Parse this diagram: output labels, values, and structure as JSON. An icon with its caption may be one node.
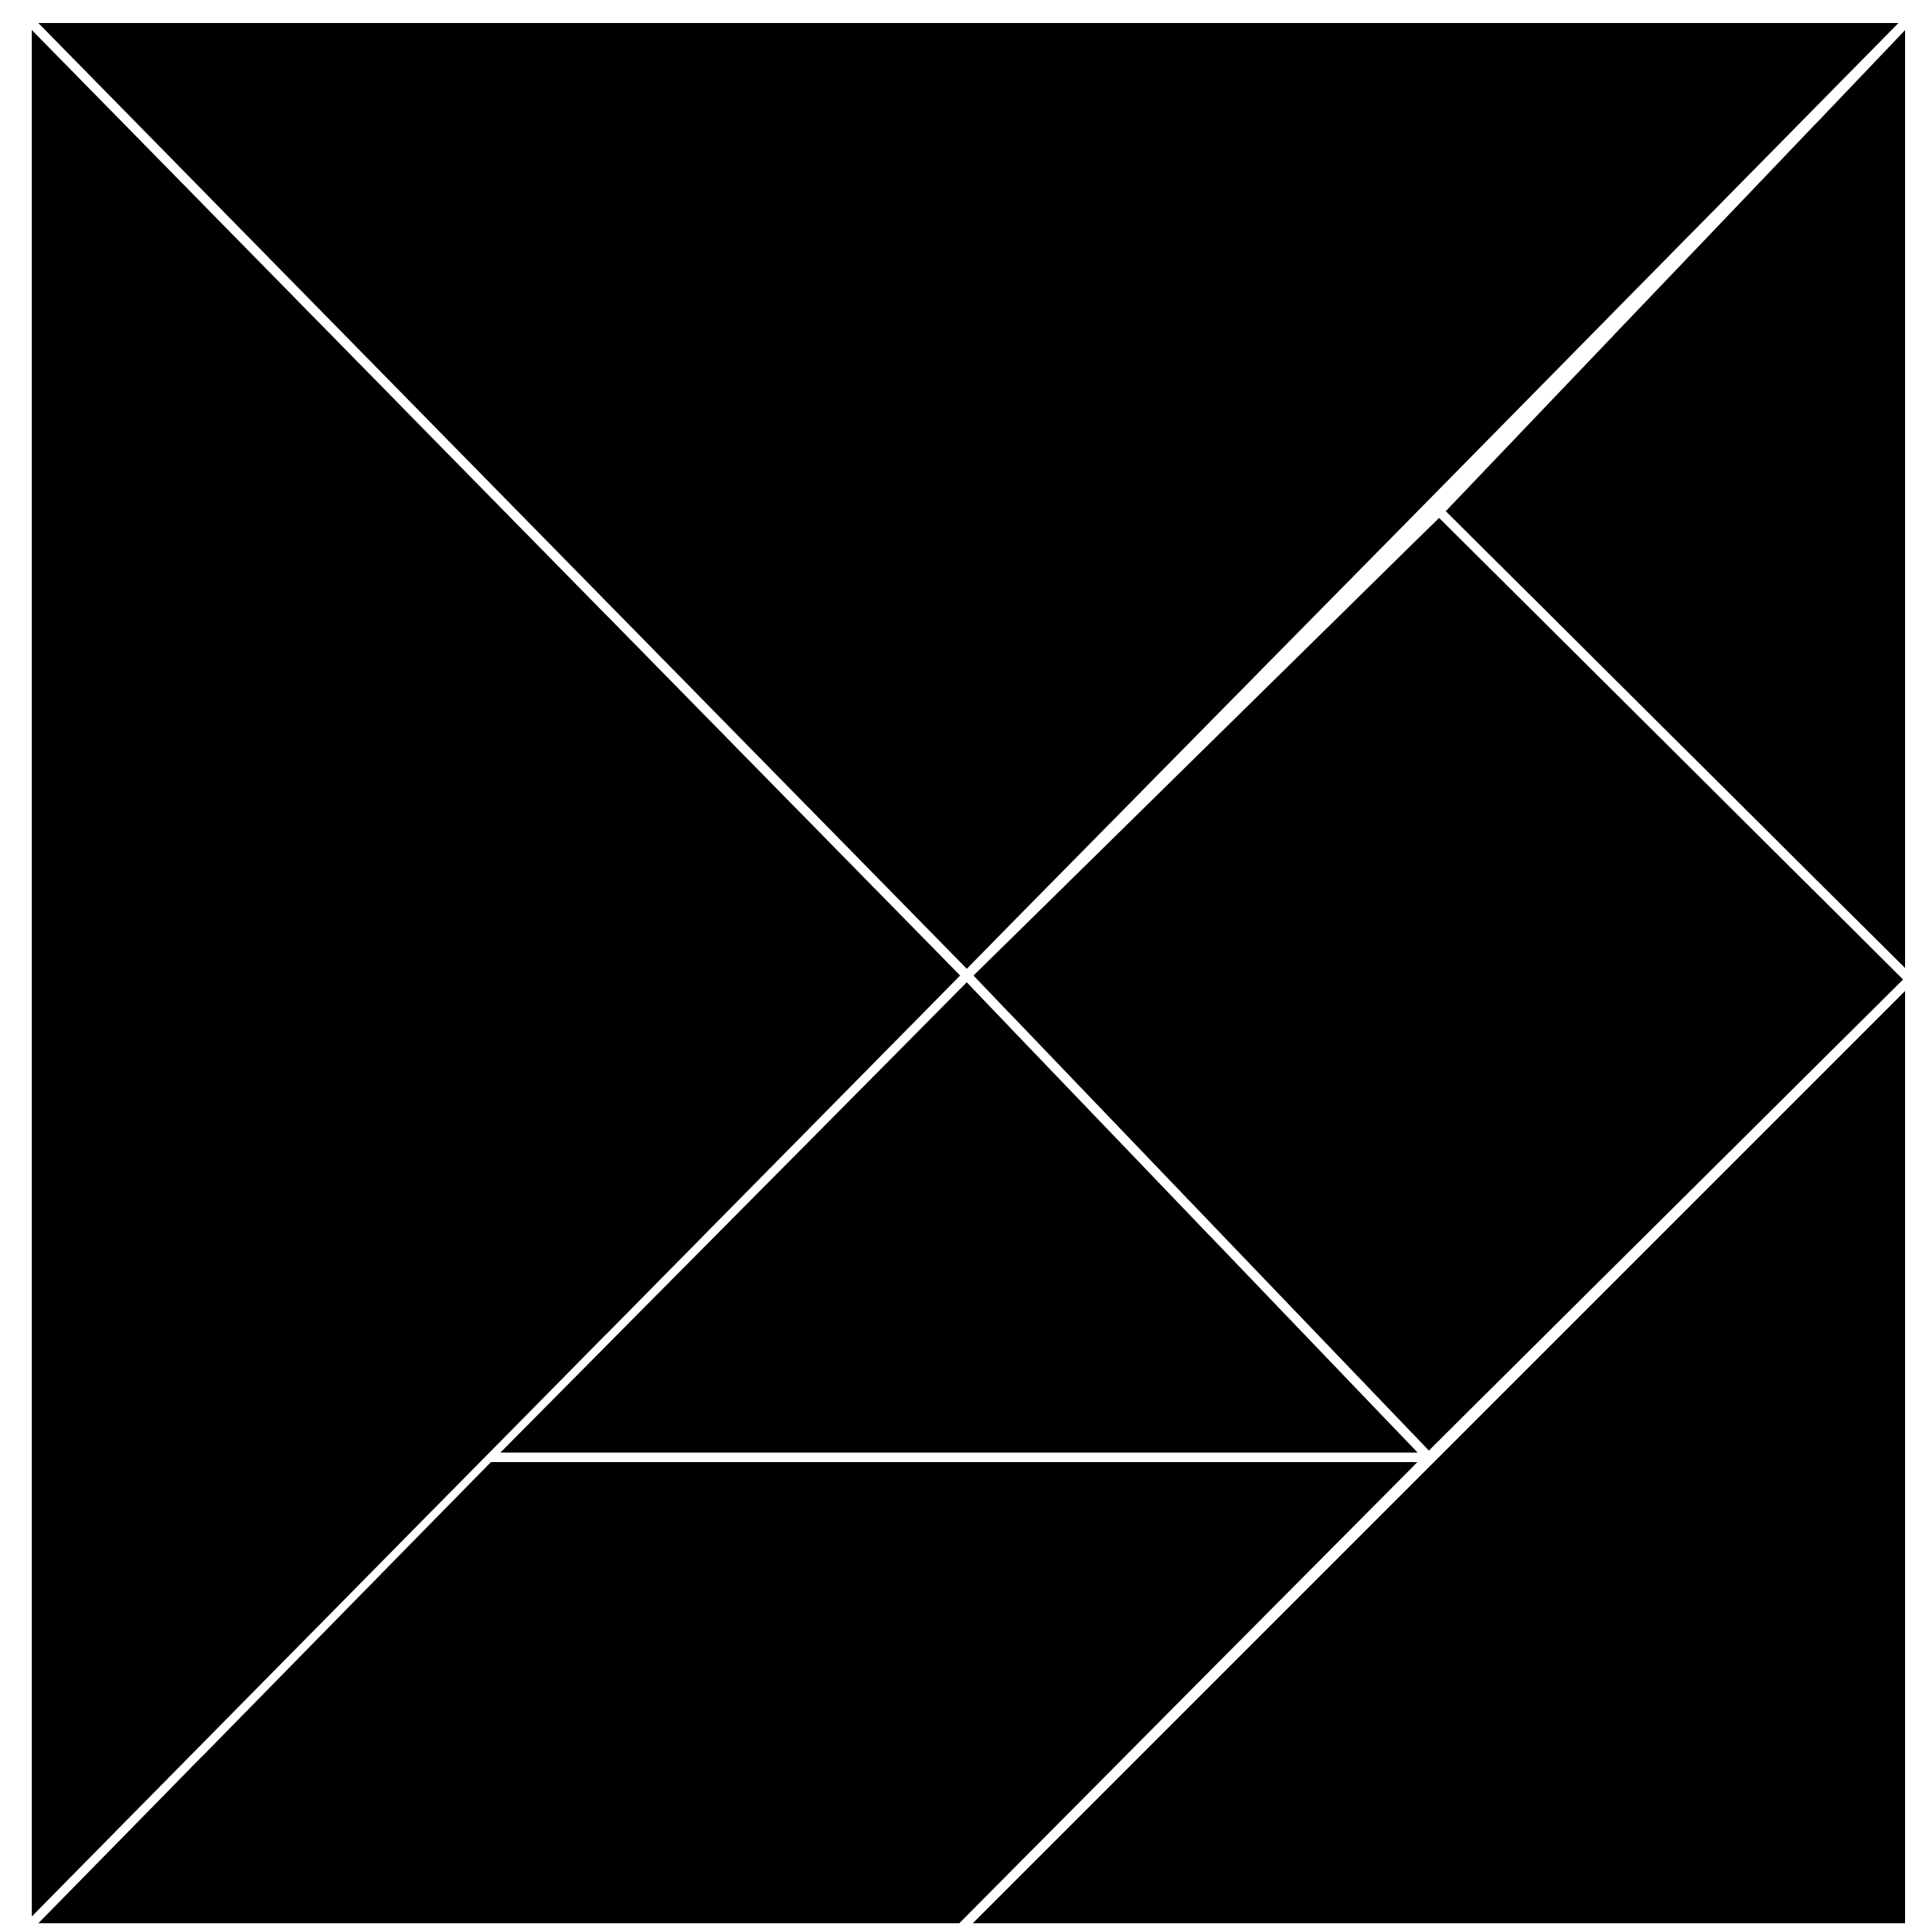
{
  "diagram": {
    "nodes": [
      {
        "text": [],
        "shape": "triangle"
      },
      {
        "text": [],
        "shape": "triangle"
      },
      {
        "text": [],
        "shape": "triangle"
      },
      {
        "text": [],
        "shape": "square"
      },
      {
        "text": [],
        "shape": "triangle"
      },
      {
        "text": [],
        "shape": "parallelogram"
      },
      {
        "text": [],
        "shape": "triangle"
      }
    ]
  }
}
